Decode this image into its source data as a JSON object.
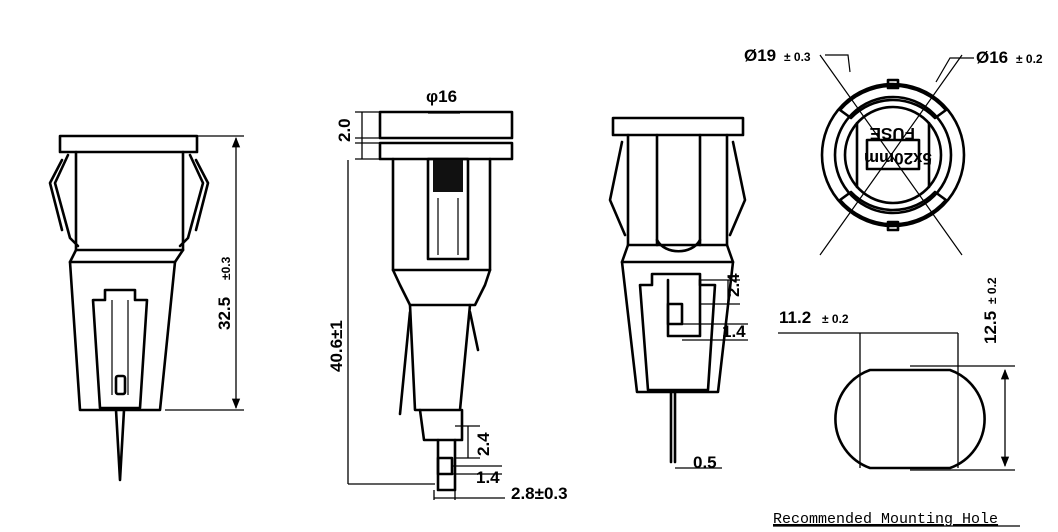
{
  "dimensions": {
    "height_main": "32.5",
    "height_main_tol": "±0.3",
    "outer_diameter_top": "φ16",
    "flange_thickness": "2.0",
    "overall_length": "40.6±1",
    "terminal_slot_length": "2.4",
    "terminal_slot_width": "1.4",
    "terminal_width": "2.8±0.3",
    "terminal_slot_length_right": "2.4",
    "terminal_slot_width_right": "1.4",
    "terminal_thickness": "0.5",
    "cap_outer_diameter": "Ø19",
    "cap_outer_diameter_tol": "± 0.3",
    "cap_inner_diameter": "Ø16",
    "cap_inner_diameter_tol": "± 0.2",
    "hole_width": "11.2",
    "hole_width_tol": "± 0.2",
    "hole_height": "12.5",
    "hole_height_tol": "± 0.2"
  },
  "cap_marking": {
    "type": "FUSE",
    "size": "5x20mm"
  },
  "captions": {
    "mounting_hole": "Recommended Mounting Hole"
  }
}
